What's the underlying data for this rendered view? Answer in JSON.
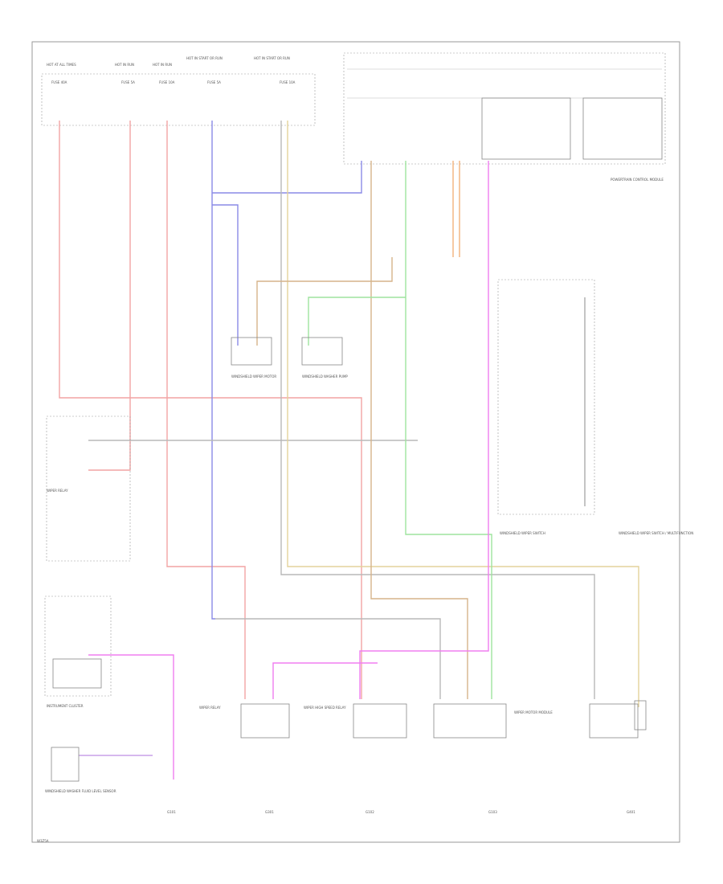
{
  "diagram": {
    "footer_code": "W3Z5A",
    "header_labels": [
      "HOT AT ALL TIMES",
      "HOT IN RUN",
      "HOT IN RUN",
      "HOT IN START OR RUN",
      "HOT IN START OR RUN"
    ],
    "fuses": [
      "FUSE 40A",
      "FUSE 5A",
      "FUSE 10A",
      "FUSE 5A",
      "FUSE 10A"
    ],
    "module_labels": {
      "top_right": "POWERTRAIN CONTROL MODULE",
      "wiper_motor_1": "WINDSHIELD WIPER MOTOR",
      "wiper_motor_2": "WINDSHIELD WASHER PUMP",
      "cluster": "INSTRUMENT CLUSTER",
      "switch_panel": "WINDSHIELD WIPER SWITCH",
      "bottom_right": "WINDSHIELD WIPER SWITCH / MULTIFUNCTION",
      "relay_left": "WIPER RELAY",
      "relay_mid": "WIPER HIGH SPEED RELAY",
      "relay_right": "WIPER MOTOR MODULE",
      "lower_left": "WINDSHIELD WASHER FLUID LEVEL SENSOR"
    },
    "grounds": [
      "G101",
      "G301",
      "G102",
      "G103",
      "G401"
    ]
  }
}
